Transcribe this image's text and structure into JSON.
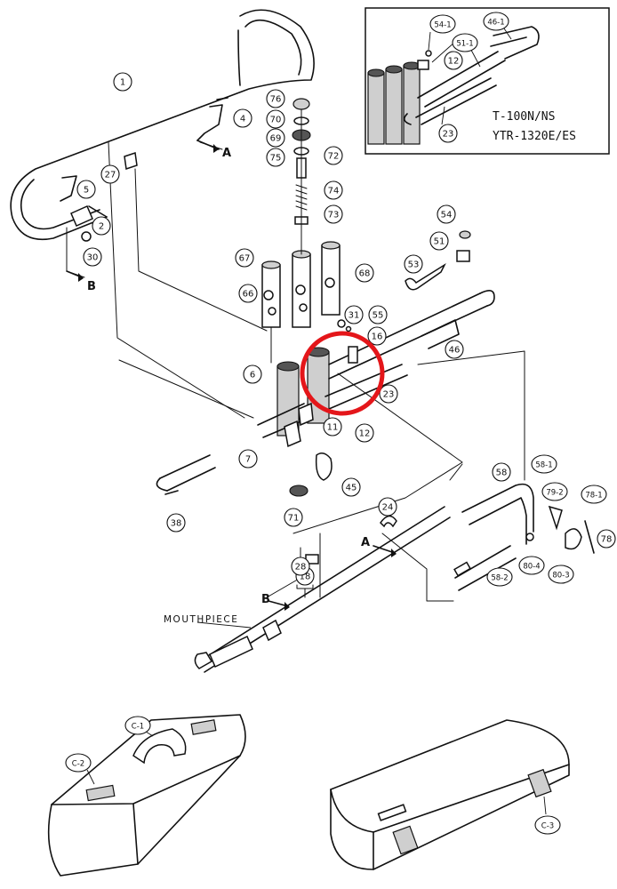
{
  "inset": {
    "model_line1": "T-100N/NS",
    "model_line2": "YTR-1320E/ES",
    "callouts": [
      "54-1",
      "51-1",
      "12",
      "46-1",
      "23"
    ]
  },
  "callouts": [
    "1",
    "2",
    "4",
    "5",
    "6",
    "7",
    "11",
    "12",
    "16",
    "18",
    "23",
    "24",
    "27",
    "28",
    "30",
    "31",
    "38",
    "45",
    "46",
    "51",
    "53",
    "54",
    "55",
    "58",
    "58-1",
    "58-2",
    "66",
    "67",
    "68",
    "69",
    "70",
    "71",
    "72",
    "73",
    "74",
    "75",
    "76",
    "78",
    "78-1",
    "79-2",
    "80-3",
    "80-4"
  ],
  "case_callouts": [
    "C-1",
    "C-2",
    "C-3"
  ],
  "letters": {
    "a": "A",
    "b": "B"
  },
  "mouthpiece_label": "MOUTHPIECE",
  "highlight_color": "#e4161a"
}
